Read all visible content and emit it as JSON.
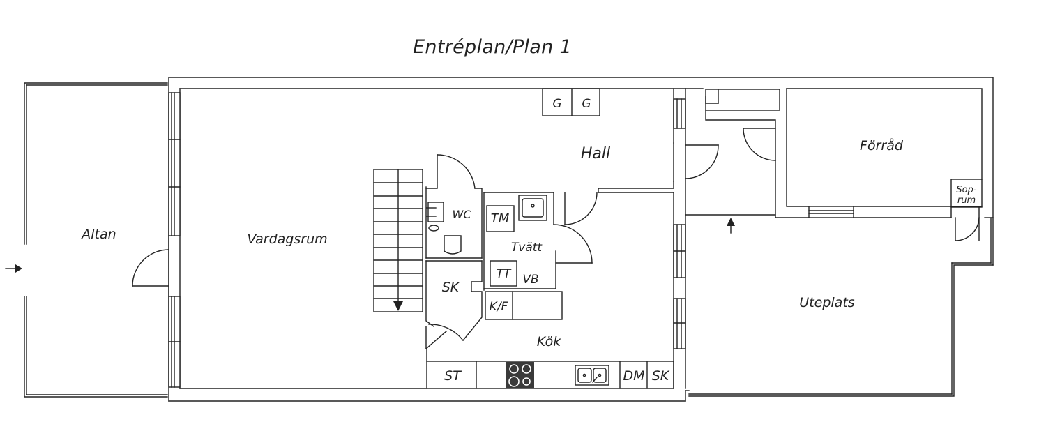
{
  "title": "Entréplan/Plan 1",
  "colors": {
    "line": "#222222",
    "background": "#ffffff",
    "stove": "#3a3a3a"
  },
  "rooms": {
    "altan": "Altan",
    "vardagsrum": "Vardagsrum",
    "hall": "Hall",
    "wc": "WC",
    "tvatt": "Tvätt",
    "kok": "Kök",
    "forrad": "Förråd",
    "sop_line1": "Sop-",
    "sop_line2": "rum",
    "uteplats": "Uteplats"
  },
  "fixtures": {
    "g1": "G",
    "g2": "G",
    "tm": "TM",
    "tt": "TT",
    "vb": "VB",
    "sk_closet": "SK",
    "kf": "K/F",
    "st": "ST",
    "dm": "DM",
    "sk_kitchen": "SK"
  },
  "icons": [
    "entry-arrow-icon",
    "stair-direction-arrow-icon",
    "stove-icon",
    "sink-icon",
    "toilet-icon"
  ]
}
